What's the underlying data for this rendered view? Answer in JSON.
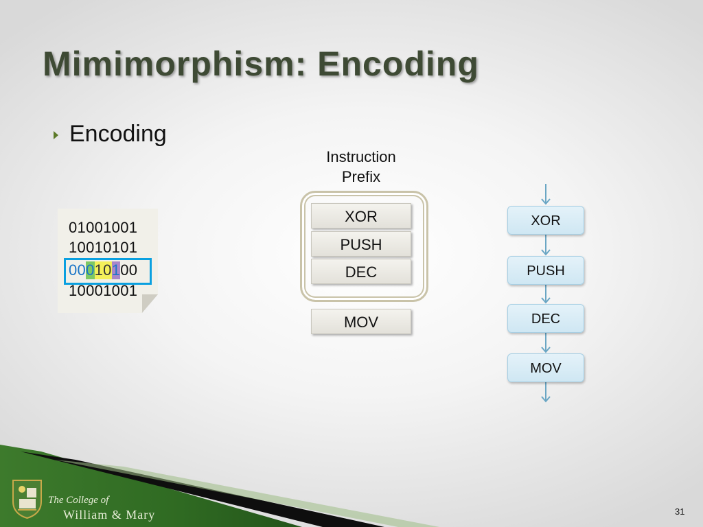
{
  "slide": {
    "title": "Mimimorphism: Encoding",
    "bullet": "Encoding",
    "page_number": "31"
  },
  "binary_note": {
    "lines": [
      "01001001",
      "10010101",
      "00010100",
      "10001001"
    ],
    "highlighted_line_segments": [
      "00",
      "0",
      "10",
      "1",
      "00"
    ],
    "highlight_colors": {
      "box": "#0aa0e0",
      "green": "#7ec863",
      "yellow": "#f4f05a",
      "purple": "#a987c9"
    }
  },
  "prefix": {
    "label_line1": "Instruction",
    "label_line2": "Prefix",
    "instructions": [
      "XOR",
      "PUSH",
      "DEC"
    ],
    "outside": "MOV"
  },
  "flow": {
    "steps": [
      "XOR",
      "PUSH",
      "DEC",
      "MOV"
    ]
  },
  "footer": {
    "college_of": "The College of",
    "college_name": "William & Mary"
  }
}
